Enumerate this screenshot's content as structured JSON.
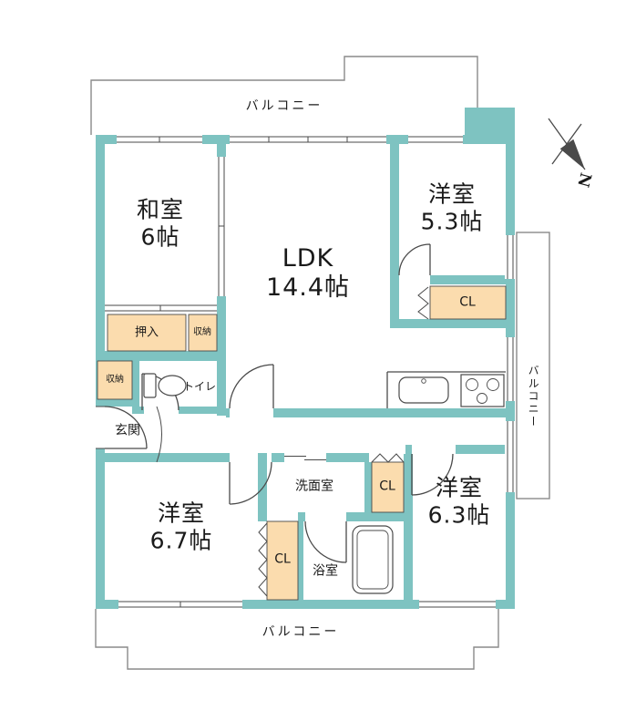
{
  "colors": {
    "wall": "#7ec3c1",
    "storage": "#fbdcae",
    "line": "#4a4a4a",
    "text": "#1a1a1a",
    "bg": "#ffffff"
  },
  "compass": {
    "north_label": "N"
  },
  "balconies": {
    "top": {
      "label": "バルコニー"
    },
    "right": {
      "label": "バルコニー"
    },
    "bottom": {
      "label": "バルコニー"
    }
  },
  "rooms": {
    "washitsu": {
      "name": "和室",
      "size": "6帖"
    },
    "ldk": {
      "name": "LDK",
      "size": "14.4帖"
    },
    "bedroom_53": {
      "name": "洋室",
      "size": "5.3帖"
    },
    "bedroom_67": {
      "name": "洋室",
      "size": "6.7帖"
    },
    "bedroom_63": {
      "name": "洋室",
      "size": "6.3帖"
    },
    "washroom": {
      "name": "洗面室"
    },
    "bathroom": {
      "name": "浴室"
    },
    "toilet": {
      "name": "トイレ"
    },
    "entrance": {
      "name": "玄関"
    },
    "oshiire": {
      "name": "押入"
    },
    "storage_1": {
      "name": "収納"
    },
    "storage_2": {
      "name": "収納"
    },
    "closet_top": {
      "name": "CL"
    },
    "closet_mid": {
      "name": "CL"
    },
    "closet_bottom": {
      "name": "CL"
    }
  }
}
